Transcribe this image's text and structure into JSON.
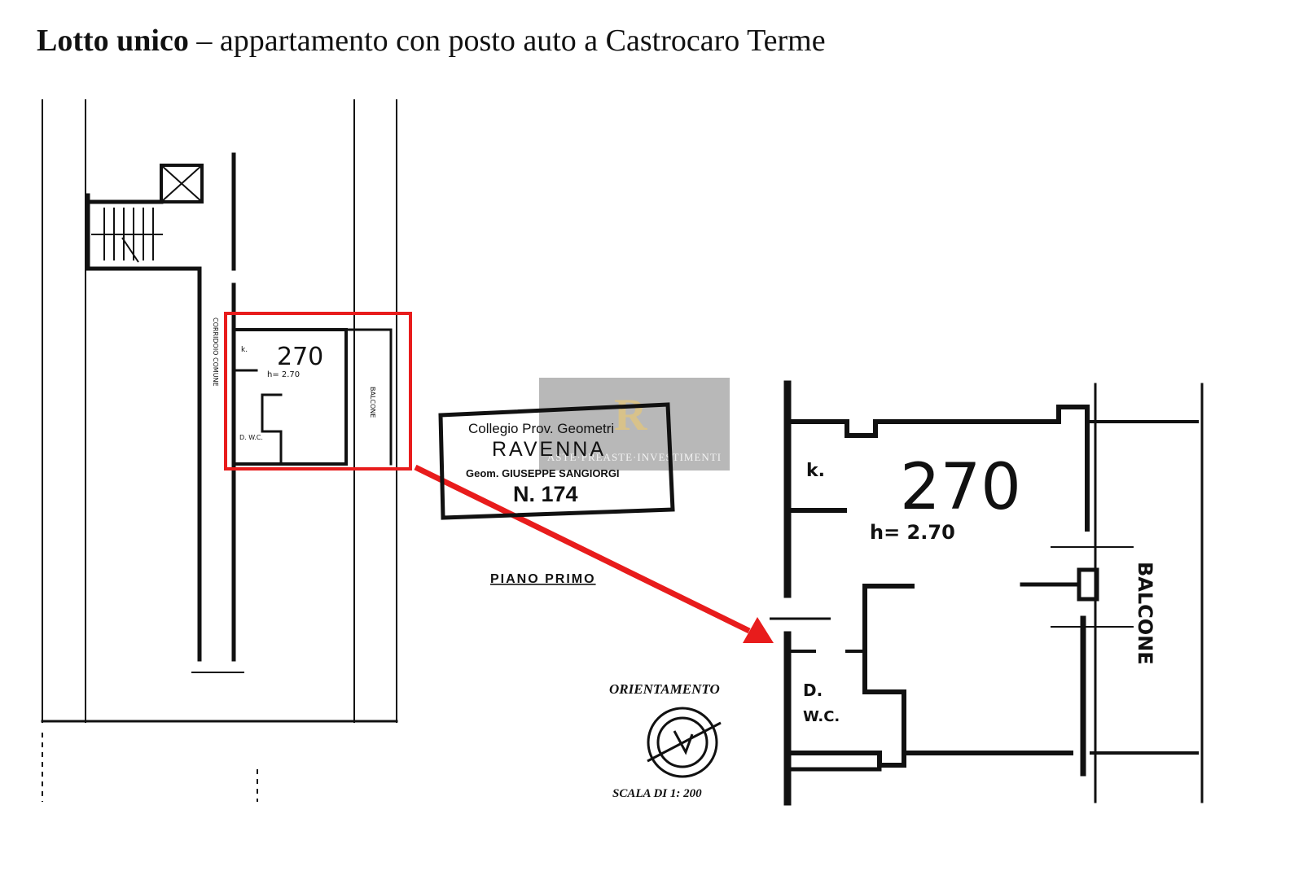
{
  "heading": {
    "bold": "Lotto unico",
    "rest": " – appartamento con posto auto a Castrocaro Terme"
  },
  "plan_left": {
    "unit_number": "270",
    "height_note": "h= 2.70",
    "corridor_label": "CORRIDOIO COMUNE",
    "balcony_label": "BALCONE",
    "kitchen_label": "k.",
    "wc_label": "D. W.C."
  },
  "stamp": {
    "line1": "Collegio Prov. Geometri",
    "line2": "RAVENNA",
    "line3": "Geom. GIUSEPPE SANGIORGI",
    "line4": "N. 174"
  },
  "floor_label": "PIANO PRIMO",
  "orientation_label": "ORIENTAMENTO",
  "scale_label": "SCALA DI 1: 200",
  "plan_right": {
    "unit_number": "270",
    "height_note": "h= 2.70",
    "kitchen_label": "k.",
    "wc_label_1": "D.",
    "wc_label_2": "W.C.",
    "balcony_label": "BALCONE"
  },
  "watermark": {
    "logo": "R",
    "text": "ASTE·PREASTE·INVESTIMENTI"
  },
  "colors": {
    "highlight": "#e81c1c",
    "ink": "#111111"
  }
}
